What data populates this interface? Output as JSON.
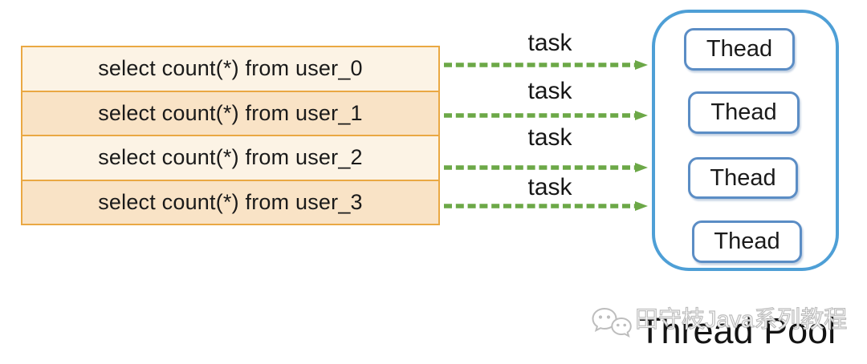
{
  "diagram": {
    "queries": [
      "select count(*) from user_0",
      "select count(*) from user_1",
      "select count(*) from user_2",
      "select count(*) from user_3"
    ],
    "task_labels": [
      "task",
      "task",
      "task",
      "task"
    ],
    "pool": {
      "threads": [
        "Thead",
        "Thead",
        "Thead",
        "Thead"
      ]
    },
    "caption": "Thread Pool",
    "watermark": {
      "icon": "wechat-icon",
      "text": "田守枝Java系列教程"
    },
    "colors": {
      "query_border": "#EAA843",
      "query_fill_light": "#FCF3E5",
      "query_fill_dark": "#F9E3C6",
      "arrow_green": "#6CA847",
      "pool_border": "#4E9FD6",
      "thread_border": "#5B8DC5",
      "text": "#1A1A1A",
      "watermark_gray": "#BDBDBD"
    }
  }
}
